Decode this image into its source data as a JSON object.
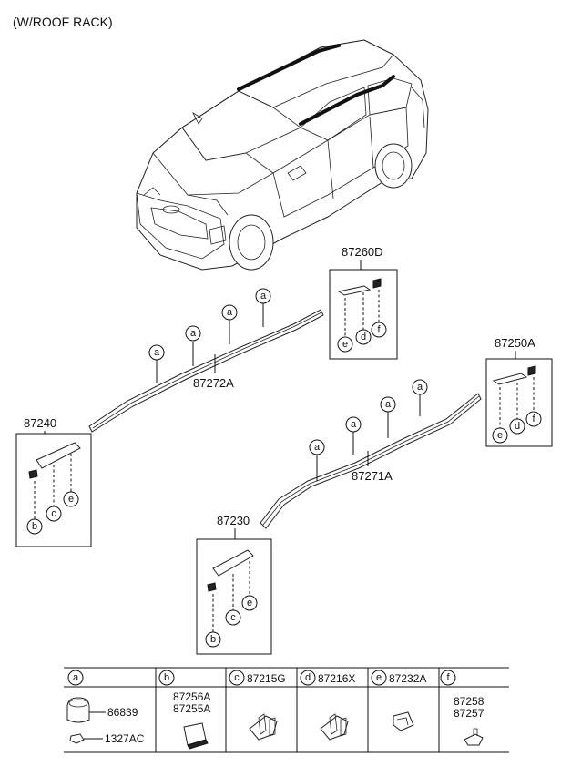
{
  "header": {
    "variant": "(W/ROOF RACK)"
  },
  "callouts": {
    "a": "a",
    "b": "b",
    "c": "c",
    "d": "d",
    "e": "e",
    "f": "f"
  },
  "parts": {
    "p87260D": "87260D",
    "p87250A": "87250A",
    "p87272A": "87272A",
    "p87271A": "87271A",
    "p87240": "87240",
    "p87230": "87230"
  },
  "legend": {
    "headers": [
      {
        "letter": "a",
        "part": ""
      },
      {
        "letter": "b",
        "part": ""
      },
      {
        "letter": "c",
        "part": "87215G"
      },
      {
        "letter": "d",
        "part": "87216X"
      },
      {
        "letter": "e",
        "part": "87232A"
      },
      {
        "letter": "f",
        "part": ""
      }
    ],
    "cell_a": {
      "top": "86839",
      "bottom": "1327AC"
    },
    "cell_b": {
      "line1": "87256A",
      "line2": "87255A"
    },
    "cell_f": {
      "line1": "87258",
      "line2": "87257"
    }
  }
}
